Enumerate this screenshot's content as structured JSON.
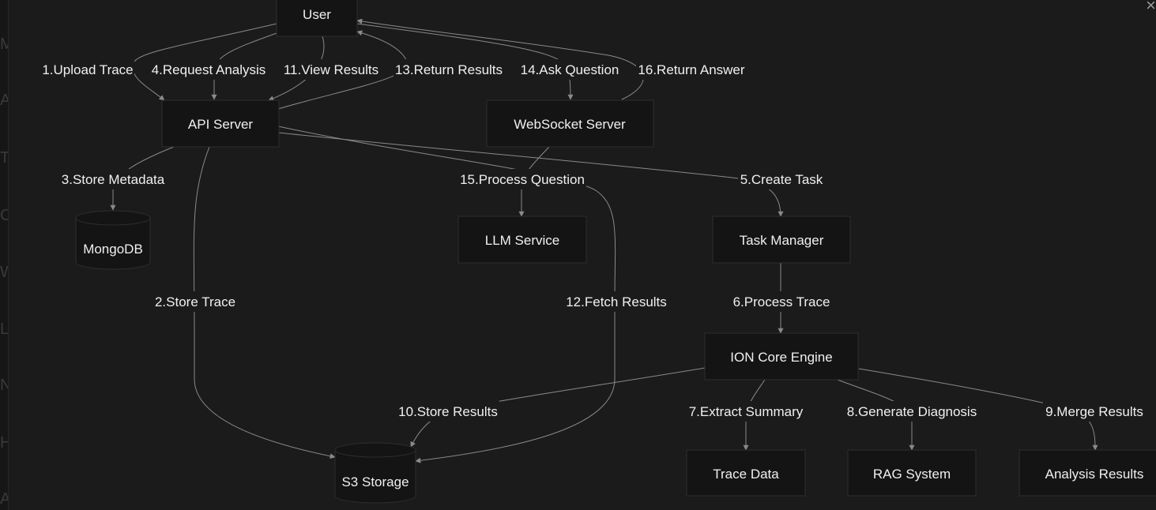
{
  "close_icon": "×",
  "sidebar_letters": [
    "M",
    "A",
    "T",
    "C",
    "W",
    "L",
    "N",
    "H",
    "A"
  ],
  "colors": {
    "background": "#1b1b1b",
    "node_fill": "#141414",
    "edge": "#8a8a8a",
    "text": "#f0f0f0"
  },
  "nodes": {
    "user": "User",
    "api": "API Server",
    "ws": "WebSocket Server",
    "mongo": "MongoDB",
    "llm": "LLM Service",
    "task": "Task Manager",
    "ion": "ION Core Engine",
    "s3": "S3 Storage",
    "trace": "Trace Data",
    "rag": "RAG System",
    "results": "Analysis Results"
  },
  "edges": {
    "e1": "1.Upload Trace",
    "e2": "2.Store Trace",
    "e3": "3.Store Metadata",
    "e4": "4.Request Analysis",
    "e5": "5.Create Task",
    "e6": "6.Process Trace",
    "e7": "7.Extract Summary",
    "e8": "8.Generate Diagnosis",
    "e9": "9.Merge Results",
    "e10": "10.Store Results",
    "e11": "11.View Results",
    "e12": "12.Fetch Results",
    "e13": "13.Return Results",
    "e14": "14.Ask Question",
    "e15": "15.Process Question",
    "e16": "16.Return Answer"
  }
}
